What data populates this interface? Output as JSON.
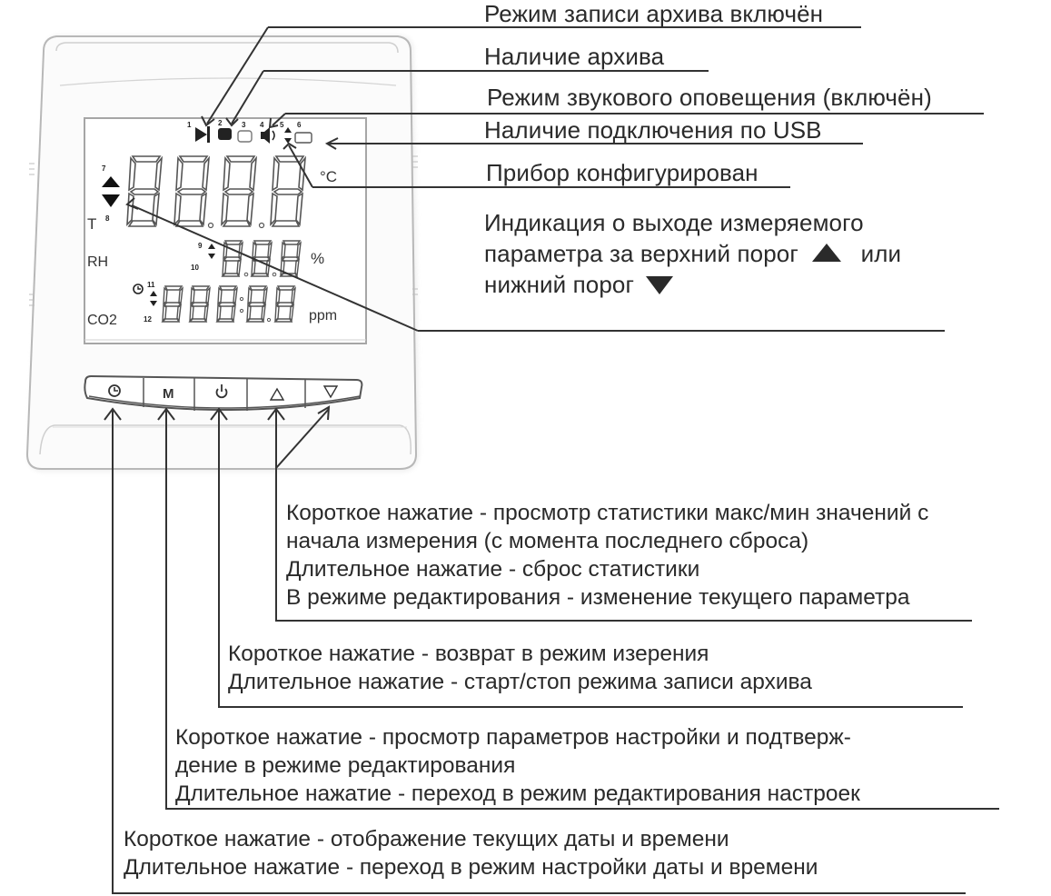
{
  "callouts": {
    "archive_record_on": "Режим записи архива включён",
    "archive_present": "Наличие архива",
    "sound_alert": "Режим звукового оповещения (включён)",
    "usb_connected": "Наличие подключения по USB",
    "device_configured": "Прибор конфигурирован",
    "threshold_line1": "Индикация о выходе измеряемого",
    "threshold_line2_prefix": "параметра за верхний порог",
    "threshold_line2_suffix": "или",
    "threshold_line3": "нижний порог"
  },
  "lcd": {
    "unit_celsius": "°C",
    "label_t": "T",
    "label_rh": "RH",
    "unit_percent": "%",
    "label_co2": "CO2",
    "unit_ppm": "ppm",
    "num_1": "1",
    "num_2": "2",
    "num_3": "3",
    "num_4": "4",
    "num_5": "5",
    "num_6": "6",
    "num_7": "7",
    "num_8": "8",
    "num_9": "9",
    "num_10": "10",
    "num_11": "11",
    "num_12": "12"
  },
  "buttons": {
    "clock": "clock-icon",
    "menu_label": "M",
    "power": "power-icon",
    "up": "up-triangle-icon",
    "down": "down-triangle-icon"
  },
  "descriptions": {
    "arrows": [
      "Короткое нажатие - просмотр статистики макс/мин значений с",
      "начала измерения (с момента последнего сброса)",
      "Длительное нажатие - сброс статистики",
      "В режиме редактирования - изменение текущего параметра"
    ],
    "power": [
      "Короткое нажатие - возврат в режим изерения",
      "Длительное нажатие -  старт/стоп режима записи архива"
    ],
    "menu": [
      "Короткое нажатие - просмотр параметров настройки и подтверж-",
      "дение в режиме редактирования",
      "Длительное нажатие -  переход в режим редактирования настроек"
    ],
    "clock": [
      "Короткое нажатие - отображение текущих даты и времени",
      "Длительное нажатие -  переход в режим настройки даты и времени"
    ]
  },
  "colors": {
    "line": "#333333",
    "text": "#2a2a2a",
    "device_border": "#b8b8b8",
    "lcd_segment": "#555555"
  }
}
